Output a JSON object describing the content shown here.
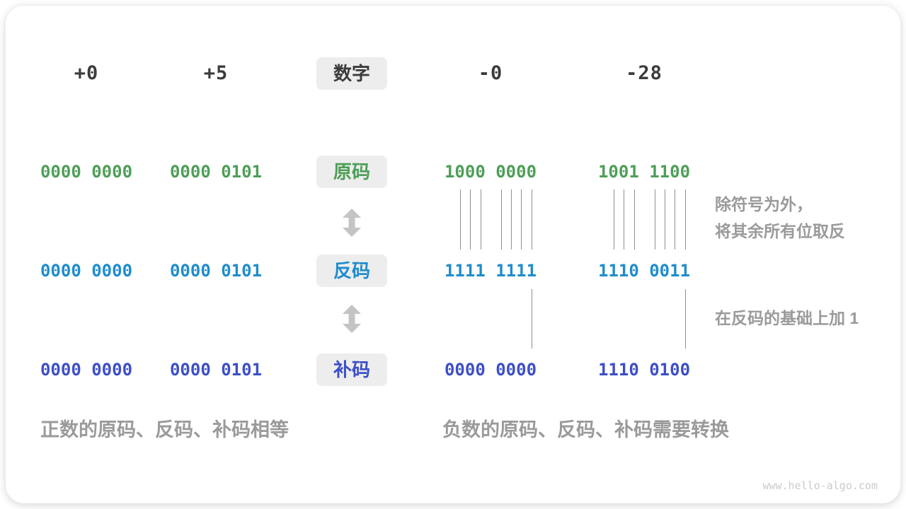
{
  "title_label": "数字",
  "headers": [
    "+0",
    "+5",
    "-0",
    "-28"
  ],
  "rows": [
    {
      "label": "原码",
      "values": [
        "0000 0000",
        "0000 0101",
        "1000 0000",
        "1001 1100"
      ]
    },
    {
      "label": "反码",
      "values": [
        "0000 0000",
        "0000 0101",
        "1111 1111",
        "1110 0011"
      ]
    },
    {
      "label": "补码",
      "values": [
        "0000 0000",
        "0000 0101",
        "0000 0000",
        "1110 0100"
      ]
    }
  ],
  "annotations": {
    "invert_bits_line1": "除符号为外，",
    "invert_bits_line2": "将其余所有位取反",
    "add_one": "在反码的基础上加 1",
    "positive_note": "正数的原码、反码、补码相等",
    "negative_note": "负数的原码、反码、补码需要转换"
  },
  "icons": {
    "between_rows": "updown-arrow-icon"
  },
  "watermark": "www.hello-algo.com",
  "palette": {
    "card_bg": "#ffffff",
    "label_box_bg": "#ededed",
    "header_text": "#3b3b3b",
    "sign_magnitude_green": "#4e9e58",
    "ones_complement_azure": "#1f8ccc",
    "twos_complement_indigo": "#3d4fc6",
    "annotation_gray": "#9a9a9a",
    "connector_line_gray": "#8f8f8f",
    "arrow_gray": "#c4c4c4",
    "watermark_gray": "#cbcbcb"
  }
}
